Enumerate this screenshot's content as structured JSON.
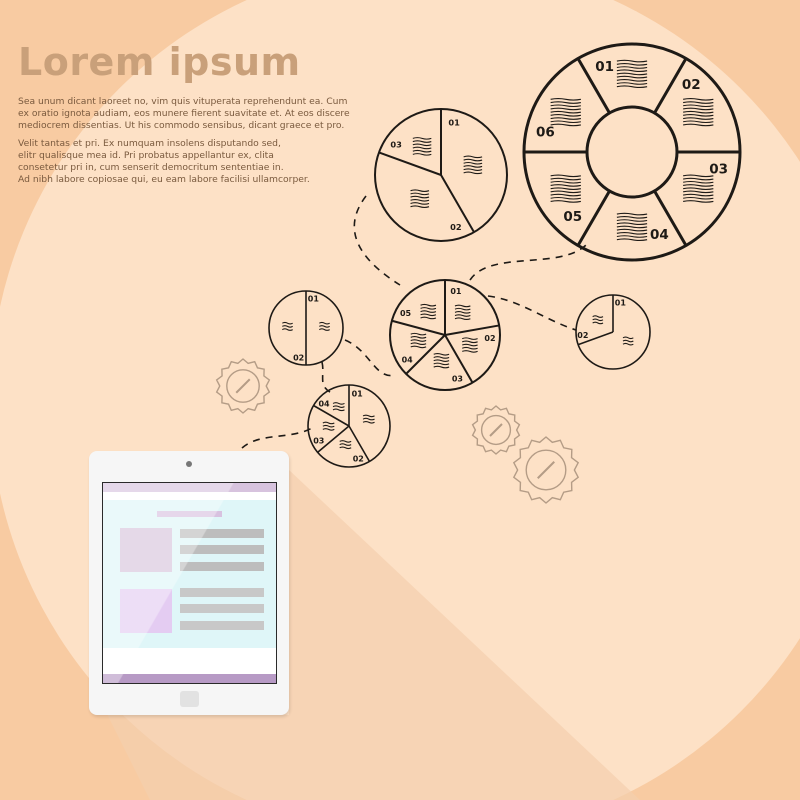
{
  "header": {
    "title": "Lorem ipsum",
    "paragraph1": [
      "Sea unum dicant laoreet no, vim quis vituperata reprehendunt ea. Cum",
      "ex oratio ignota audiam, eos munere fierent suavitate et. At eos discere",
      "mediocrem dissentias. Ut his commodo sensibus, dicant graece et pro."
    ],
    "paragraph2": [
      "Velit tantas et pri. Ex numquam insolens disputando sed,",
      "elitr  qualisque  mea  id.   Pri probatus appellantur ex, clita",
      "consetetur pri in, cum senserit democritum sententiae in.",
      "Ad nibh labore copiosae qui, eu eam labore facilisi ullamcorper."
    ]
  },
  "diagrams": {
    "pie_three": [
      "01",
      "02",
      "03"
    ],
    "ring_six": [
      "01",
      "02",
      "03",
      "04",
      "05",
      "06"
    ],
    "pie_five": [
      "01",
      "02",
      "03",
      "04",
      "05"
    ],
    "pie_two_left": [
      "01",
      "02"
    ],
    "pie_two_right": [
      "01",
      "02"
    ],
    "pie_four": [
      "01",
      "02",
      "03",
      "04"
    ]
  },
  "colors": {
    "background": "#f8cba2",
    "circle": "#fde1c6",
    "title": "#c9a07a",
    "ink": "#1e1a16",
    "tablet_accent": "#b79ac5"
  }
}
